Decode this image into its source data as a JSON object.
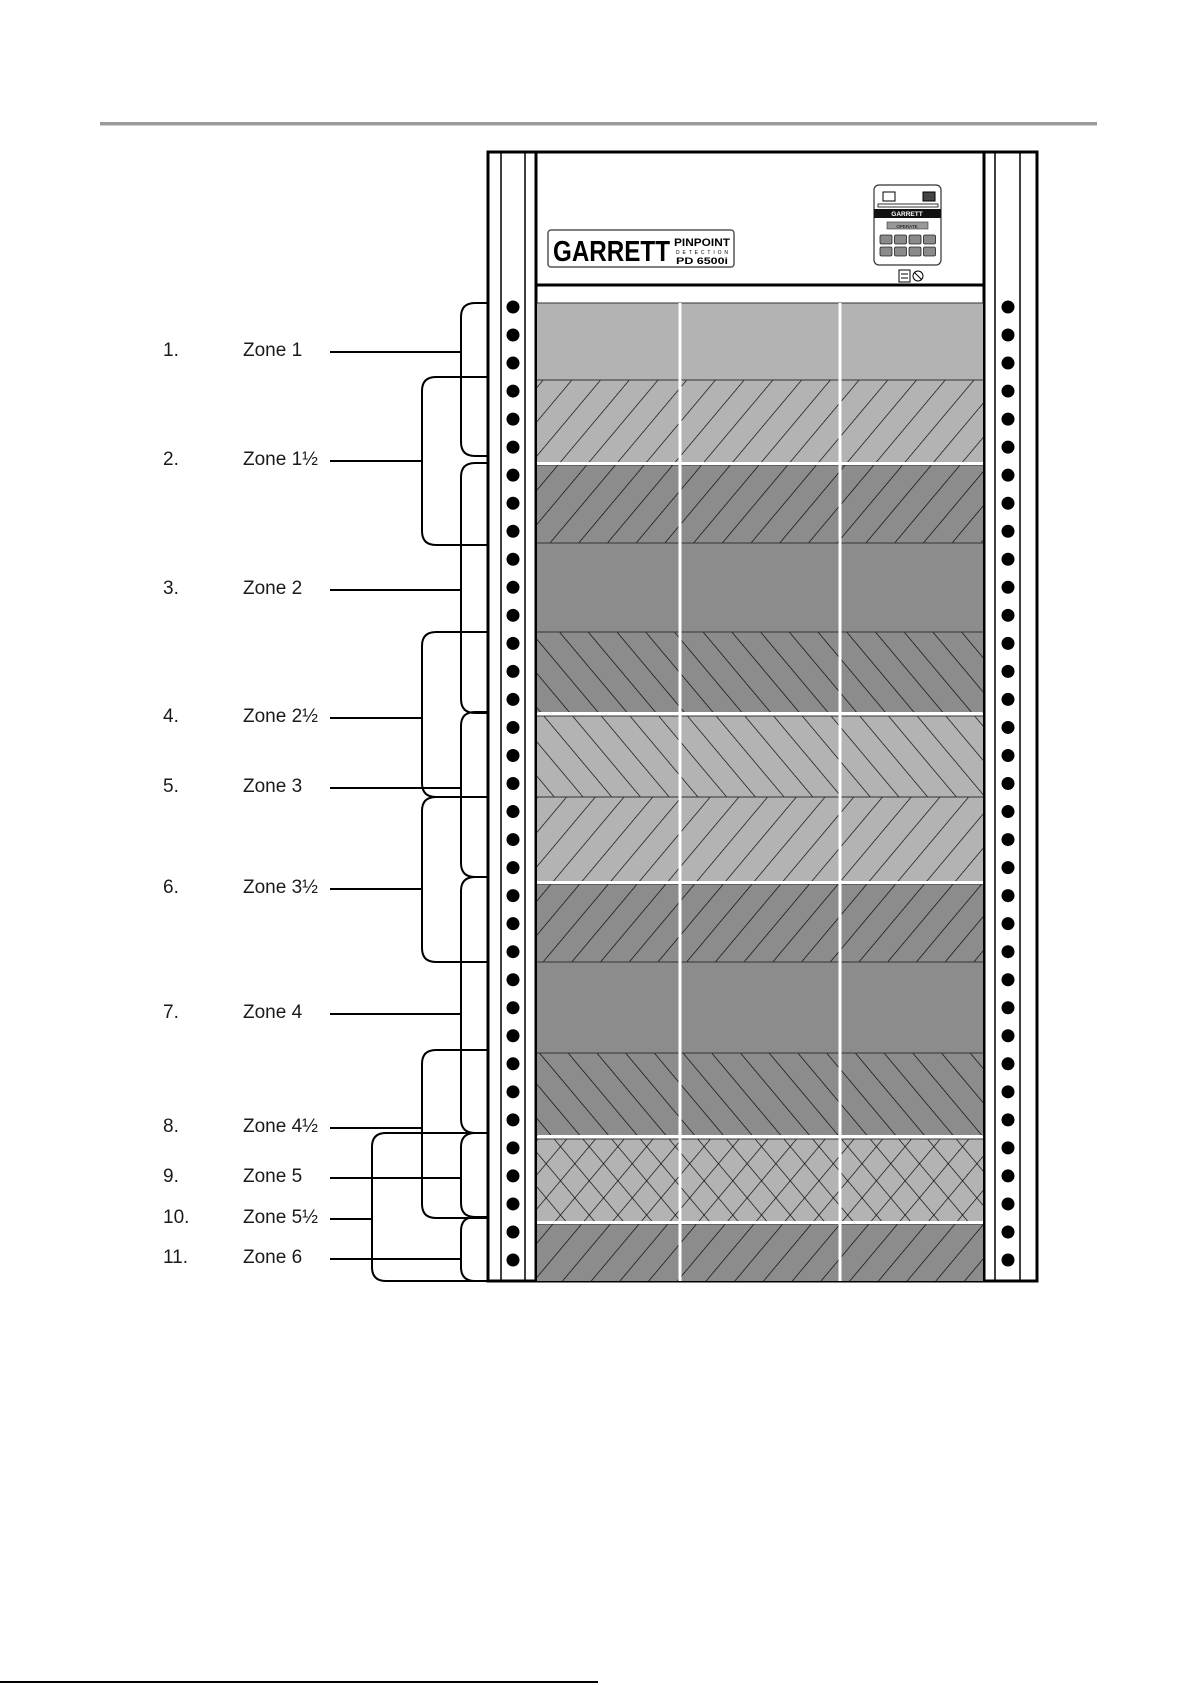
{
  "diagram": {
    "title": "",
    "brand": {
      "logo_main": "GARRETT",
      "logo_sub1": "PINPOINT",
      "logo_sub2": "DETECTION",
      "logo_model": "PD 6500i",
      "panel_brand": "GARRETT",
      "panel_display": "OPERATE"
    },
    "zones": [
      {
        "number": "1.",
        "label": "Zone 1"
      },
      {
        "number": "2.",
        "label": "Zone 1½"
      },
      {
        "number": "3.",
        "label": "Zone 2"
      },
      {
        "number": "4.",
        "label": "Zone 2½"
      },
      {
        "number": "5.",
        "label": "Zone 3"
      },
      {
        "number": "6.",
        "label": "Zone 3½"
      },
      {
        "number": "7.",
        "label": "Zone 4"
      },
      {
        "number": "8.",
        "label": "Zone 4½"
      },
      {
        "number": "9.",
        "label": "Zone 5"
      },
      {
        "number": "10.",
        "label": "Zone 5½"
      },
      {
        "number": "11.",
        "label": "Zone 6"
      }
    ],
    "bands": [
      {
        "shade": "light",
        "pattern": "solid"
      },
      {
        "shade": "light",
        "pattern": "slash"
      },
      {
        "shade": "dark",
        "pattern": "slash"
      },
      {
        "shade": "dark",
        "pattern": "solid"
      },
      {
        "shade": "dark",
        "pattern": "backslash"
      },
      {
        "shade": "light",
        "pattern": "backslash"
      },
      {
        "shade": "light",
        "pattern": "slash"
      },
      {
        "shade": "dark",
        "pattern": "slash"
      },
      {
        "shade": "dark",
        "pattern": "solid"
      },
      {
        "shade": "dark",
        "pattern": "backslash"
      },
      {
        "shade": "light",
        "pattern": "crosshatch"
      },
      {
        "shade": "dark",
        "pattern": "slash"
      }
    ],
    "colors": {
      "light_gray": "#b3b3b3",
      "dark_gray": "#8c8c8c",
      "line": "#000000"
    }
  }
}
